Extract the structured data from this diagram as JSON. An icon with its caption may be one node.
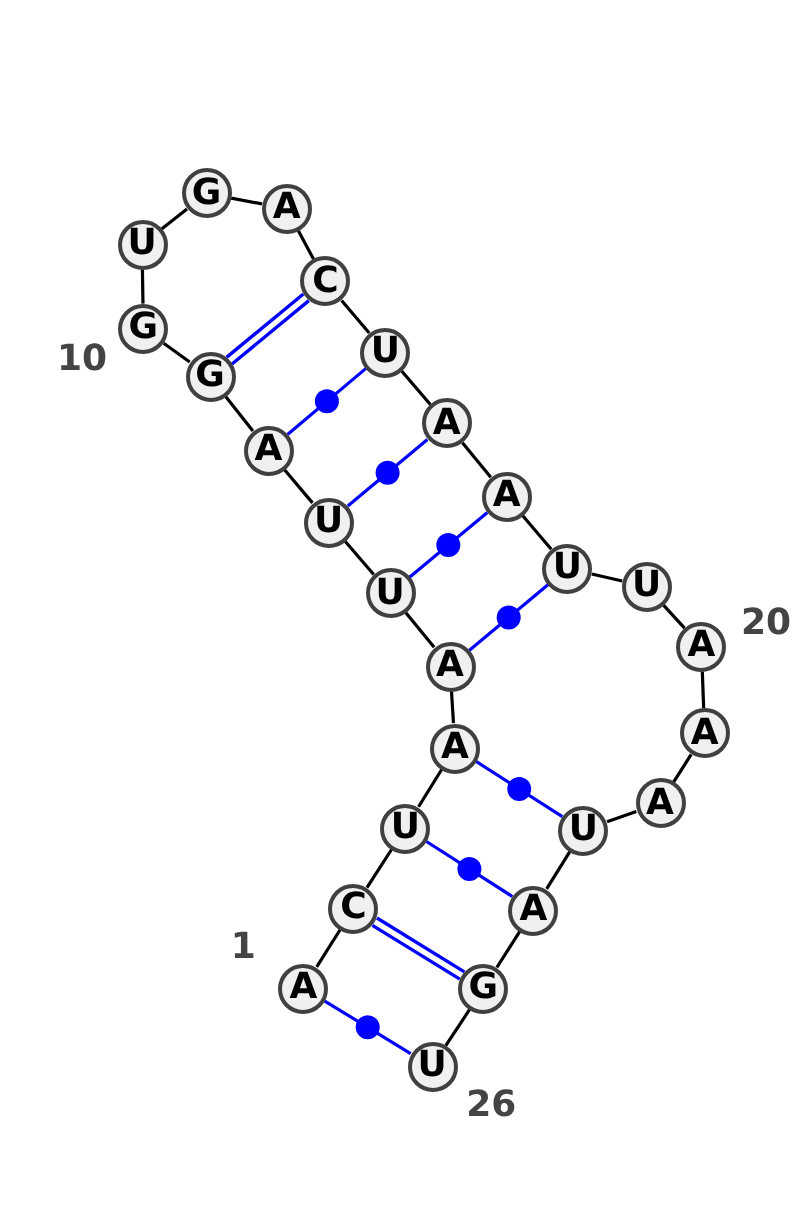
{
  "diagram": {
    "nodes": [
      {
        "text": [
          "A"
        ],
        "beside": [
          "1"
        ]
      },
      {
        "text": [
          "C"
        ]
      },
      {
        "text": [
          "U"
        ]
      },
      {
        "text": [
          "A"
        ]
      },
      {
        "text": [
          "A"
        ]
      },
      {
        "text": [
          "U"
        ]
      },
      {
        "text": [
          "U"
        ]
      },
      {
        "text": [
          "A"
        ]
      },
      {
        "text": [
          "G"
        ]
      },
      {
        "text": [
          "G"
        ],
        "beside": [
          "10"
        ]
      },
      {
        "text": [
          "U"
        ]
      },
      {
        "text": [
          "G"
        ]
      },
      {
        "text": [
          "A"
        ]
      },
      {
        "text": [
          "C"
        ]
      },
      {
        "text": [
          "U"
        ]
      },
      {
        "text": [
          "A"
        ]
      },
      {
        "text": [
          "A"
        ]
      },
      {
        "text": [
          "U"
        ]
      },
      {
        "text": [
          "U"
        ]
      },
      {
        "text": [
          "A"
        ],
        "beside": [
          "20"
        ]
      },
      {
        "text": [
          "A"
        ]
      },
      {
        "text": [
          "A"
        ]
      },
      {
        "text": [
          "U"
        ]
      },
      {
        "text": [
          "A"
        ]
      },
      {
        "text": [
          "G"
        ]
      },
      {
        "text": [
          "U"
        ],
        "beside": [
          "26"
        ]
      }
    ],
    "edges": [
      {
        "from": 0,
        "to": 1,
        "arrow": "none"
      },
      {
        "from": 1,
        "to": 2,
        "arrow": "none"
      },
      {
        "from": 2,
        "to": 3,
        "arrow": "none"
      },
      {
        "from": 3,
        "to": 4,
        "arrow": "none"
      },
      {
        "from": 4,
        "to": 5,
        "arrow": "none"
      },
      {
        "from": 5,
        "to": 6,
        "arrow": "none"
      },
      {
        "from": 6,
        "to": 7,
        "arrow": "none"
      },
      {
        "from": 7,
        "to": 8,
        "arrow": "none"
      },
      {
        "from": 8,
        "to": 9,
        "arrow": "none"
      },
      {
        "from": 9,
        "to": 10,
        "arrow": "none"
      },
      {
        "from": 10,
        "to": 11,
        "arrow": "none"
      },
      {
        "from": 11,
        "to": 12,
        "arrow": "none"
      },
      {
        "from": 12,
        "to": 13,
        "arrow": "none"
      },
      {
        "from": 13,
        "to": 14,
        "arrow": "none"
      },
      {
        "from": 14,
        "to": 15,
        "arrow": "none"
      },
      {
        "from": 15,
        "to": 16,
        "arrow": "none"
      },
      {
        "from": 16,
        "to": 17,
        "arrow": "none"
      },
      {
        "from": 17,
        "to": 18,
        "arrow": "none"
      },
      {
        "from": 18,
        "to": 19,
        "arrow": "none"
      },
      {
        "from": 19,
        "to": 20,
        "arrow": "none"
      },
      {
        "from": 20,
        "to": 21,
        "arrow": "none"
      },
      {
        "from": 21,
        "to": 22,
        "arrow": "none"
      },
      {
        "from": 22,
        "to": 23,
        "arrow": "none"
      },
      {
        "from": 23,
        "to": 24,
        "arrow": "none"
      },
      {
        "from": 24,
        "to": 25,
        "arrow": "none"
      },
      {
        "from": 0,
        "to": 25,
        "arrow": "none",
        "color": "#0000ff"
      },
      {
        "from": 1,
        "to": 24,
        "arrow": "none",
        "color": "#0000ff",
        "style": "thick"
      },
      {
        "from": 2,
        "to": 23,
        "arrow": "none",
        "color": "#0000ff"
      },
      {
        "from": 3,
        "to": 22,
        "arrow": "none",
        "color": "#0000ff"
      },
      {
        "from": 4,
        "to": 17,
        "arrow": "none",
        "color": "#0000ff"
      },
      {
        "from": 5,
        "to": 16,
        "arrow": "none",
        "color": "#0000ff"
      },
      {
        "from": 6,
        "to": 15,
        "arrow": "none",
        "color": "#0000ff"
      },
      {
        "from": 7,
        "to": 14,
        "arrow": "none",
        "color": "#0000ff"
      },
      {
        "from": 8,
        "to": 13,
        "arrow": "none",
        "color": "#0000ff",
        "style": "thick"
      }
    ]
  }
}
